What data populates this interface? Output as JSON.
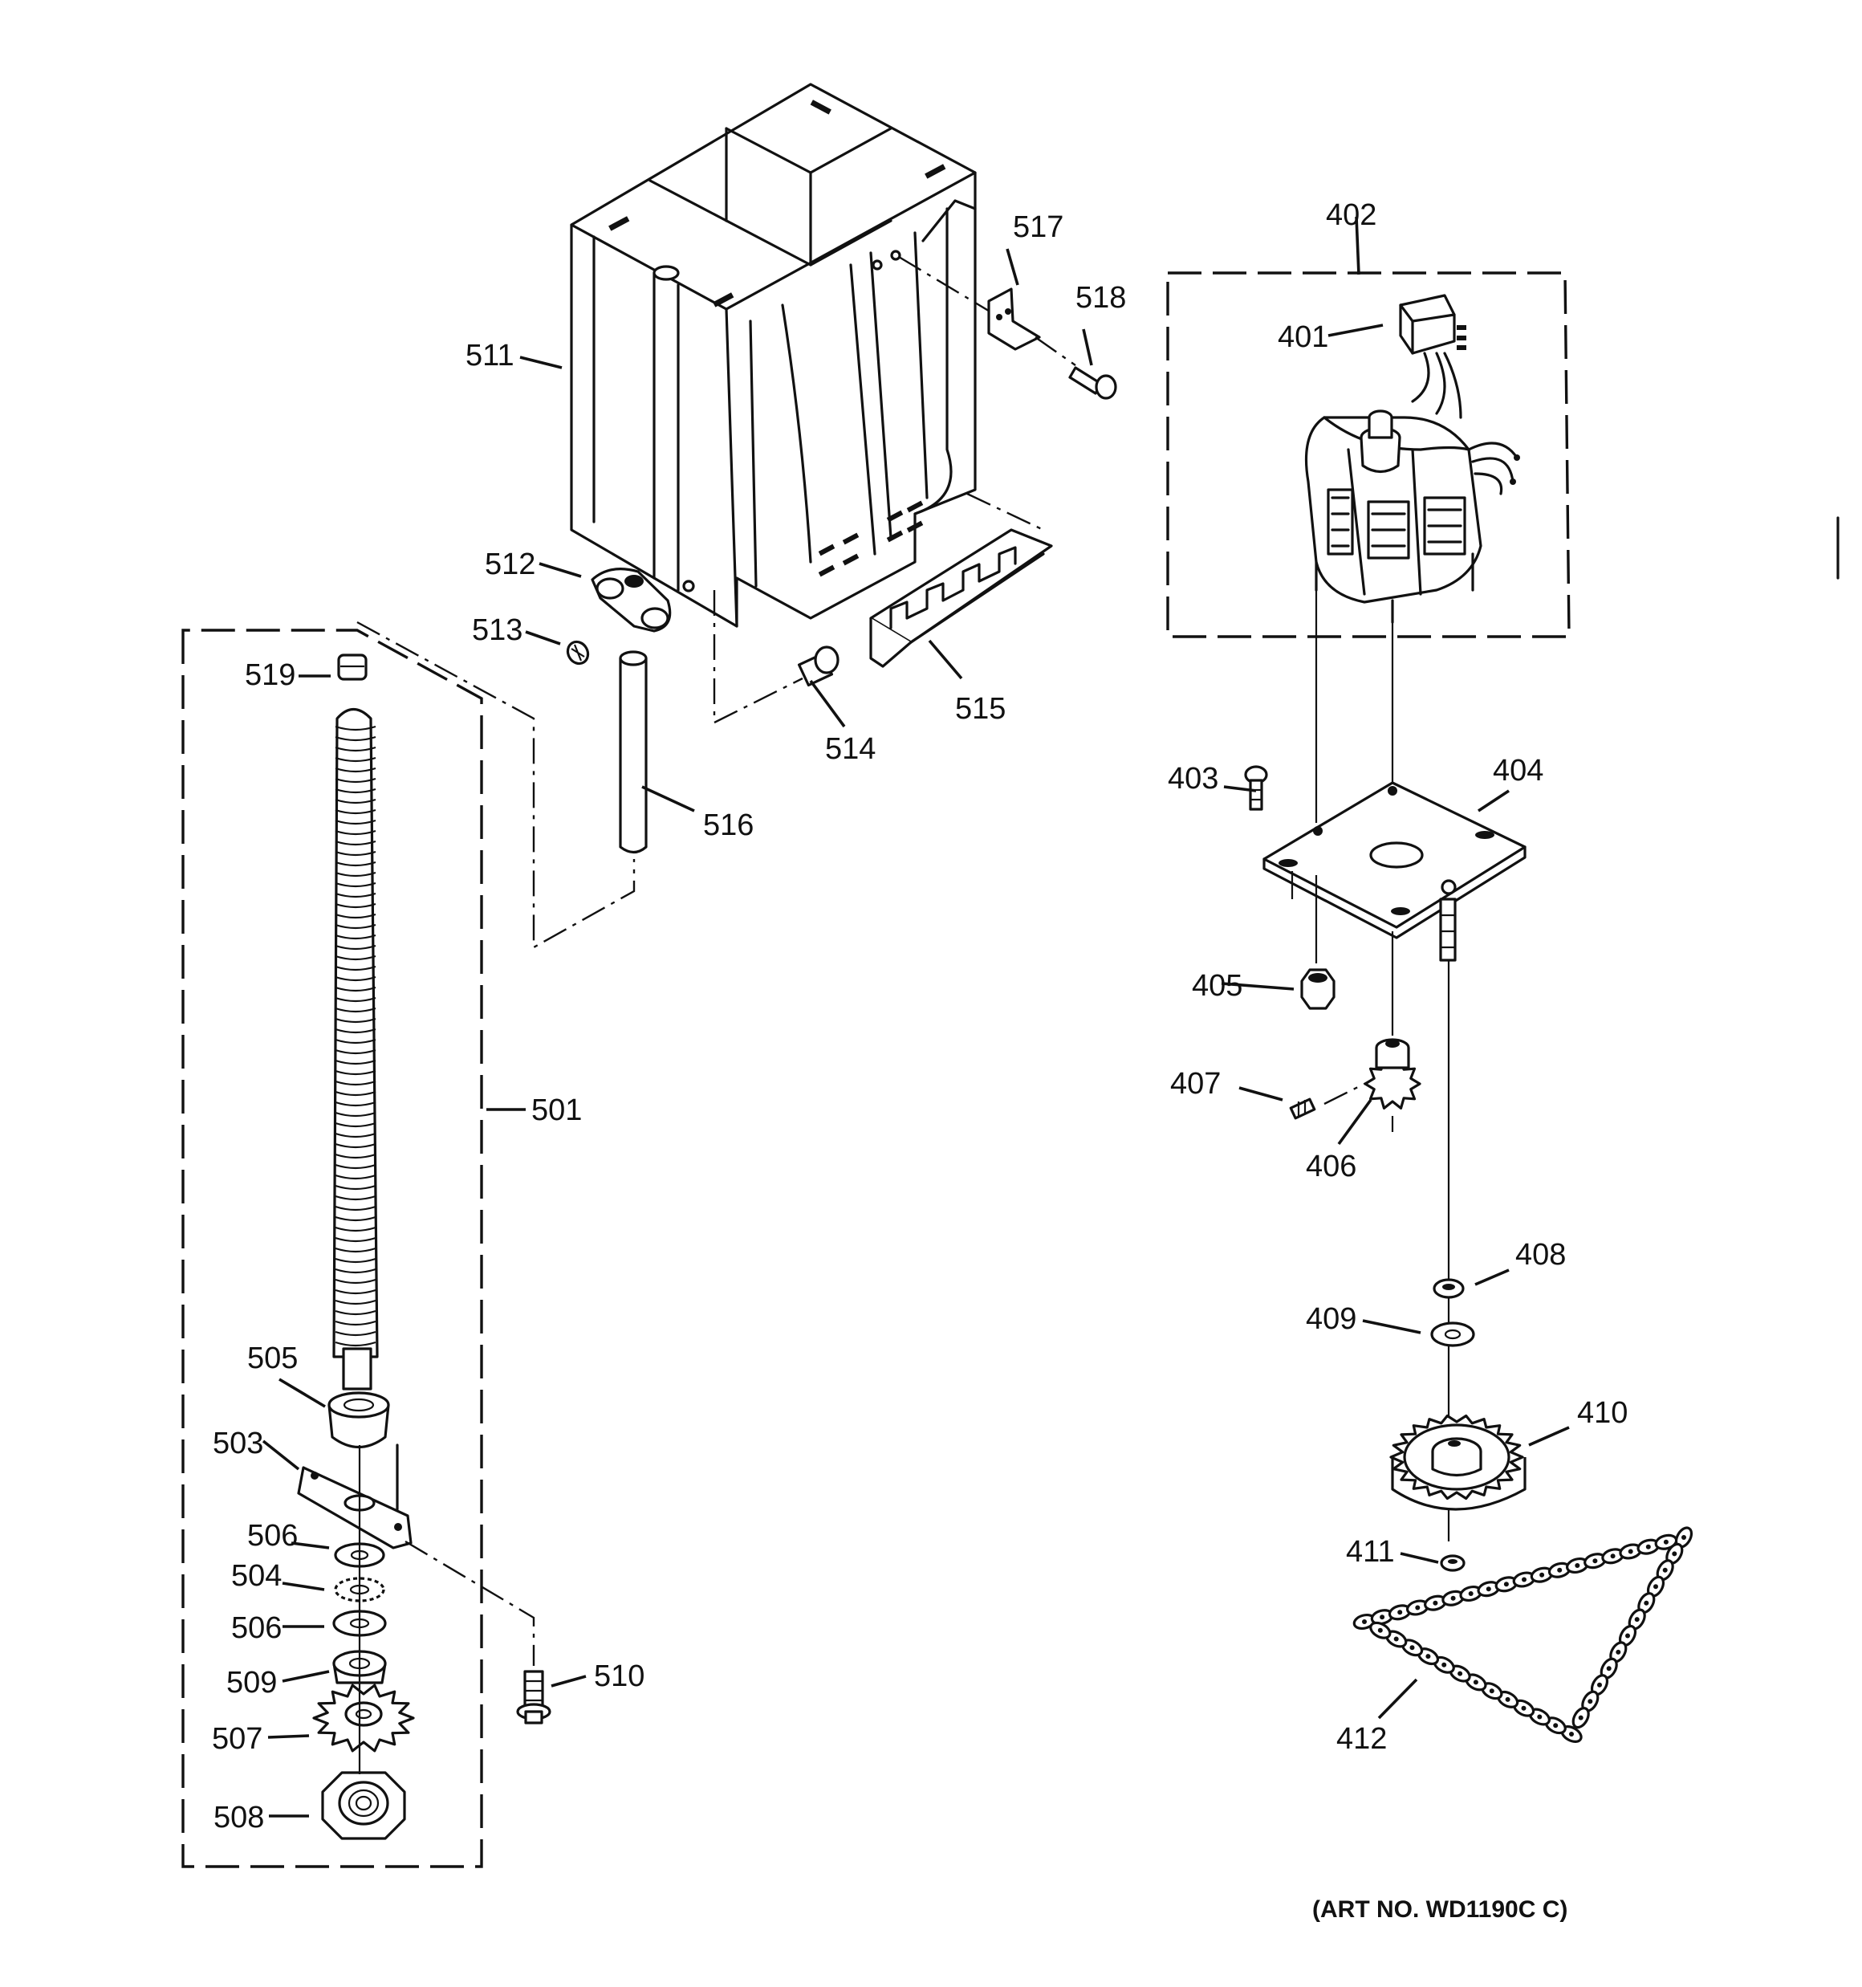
{
  "diagram": {
    "callouts": {
      "c401": "401",
      "c402": "402",
      "c403": "403",
      "c404": "404",
      "c405": "405",
      "c406": "406",
      "c407": "407",
      "c408": "408",
      "c409": "409",
      "c410": "410",
      "c411": "411",
      "c412": "412",
      "c501": "501",
      "c503": "503",
      "c504": "504",
      "c505": "505",
      "c506a": "506",
      "c506b": "506",
      "c507": "507",
      "c508": "508",
      "c509": "509",
      "c510": "510",
      "c511": "511",
      "c512": "512",
      "c513": "513",
      "c514": "514",
      "c515": "515",
      "c516": "516",
      "c517": "517",
      "c518": "518",
      "c519": "519"
    },
    "art_number": "(ART NO. WD1190C C)"
  }
}
